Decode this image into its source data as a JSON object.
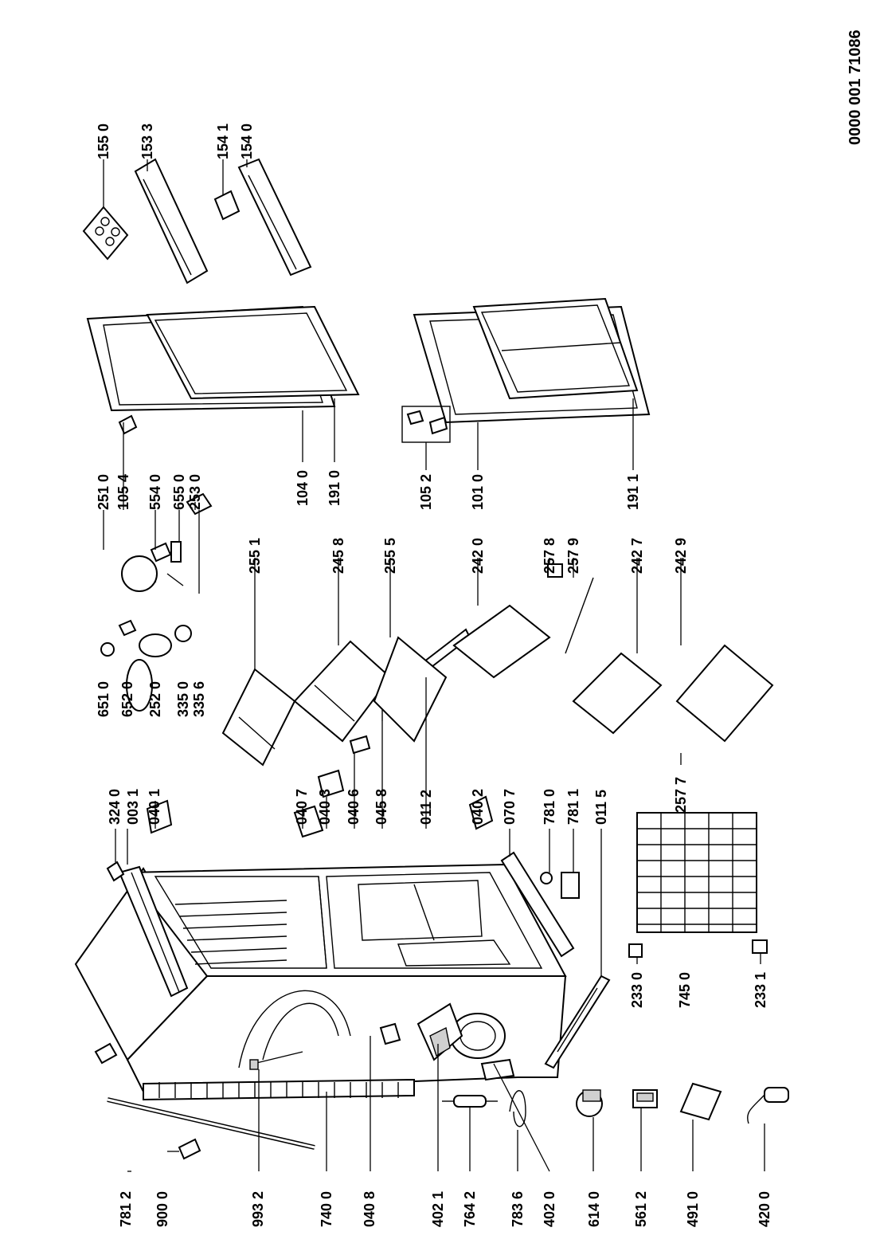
{
  "document_number": "0000 001 71086",
  "labels": [
    {
      "id": "l1",
      "text": "781 2"
    },
    {
      "id": "l2",
      "text": "900 0"
    },
    {
      "id": "l3",
      "text": "993 2"
    },
    {
      "id": "l4",
      "text": "740 0"
    },
    {
      "id": "l5",
      "text": "040 8"
    },
    {
      "id": "l6",
      "text": "402 1"
    },
    {
      "id": "l7",
      "text": "764 2"
    },
    {
      "id": "l8",
      "text": "783 6"
    },
    {
      "id": "l9",
      "text": "402 0"
    },
    {
      "id": "l10",
      "text": "614 0"
    },
    {
      "id": "l11",
      "text": "561 2"
    },
    {
      "id": "l12",
      "text": "491 0"
    },
    {
      "id": "l13",
      "text": "420 0"
    },
    {
      "id": "l14",
      "text": "324 0"
    },
    {
      "id": "l15",
      "text": "003 1"
    },
    {
      "id": "l16",
      "text": "040 1"
    },
    {
      "id": "l17",
      "text": "040 7"
    },
    {
      "id": "l18",
      "text": "040 3"
    },
    {
      "id": "l19",
      "text": "040 6"
    },
    {
      "id": "l20",
      "text": "045 8"
    },
    {
      "id": "l21",
      "text": "011 2"
    },
    {
      "id": "l22",
      "text": "040 2"
    },
    {
      "id": "l23",
      "text": "070 7"
    },
    {
      "id": "l24",
      "text": "781 0"
    },
    {
      "id": "l25",
      "text": "781 1"
    },
    {
      "id": "l26",
      "text": "011 5"
    },
    {
      "id": "l27",
      "text": "233 0"
    },
    {
      "id": "l28",
      "text": "745 0"
    },
    {
      "id": "l29",
      "text": "233 1"
    },
    {
      "id": "l30",
      "text": "651 0"
    },
    {
      "id": "l31",
      "text": "652 0"
    },
    {
      "id": "l32",
      "text": "252 0"
    },
    {
      "id": "l33",
      "text": "335 0"
    },
    {
      "id": "l34",
      "text": "335 6"
    },
    {
      "id": "l35",
      "text": "257 7"
    },
    {
      "id": "l36",
      "text": "255 1"
    },
    {
      "id": "l37",
      "text": "245 8"
    },
    {
      "id": "l38",
      "text": "255 5"
    },
    {
      "id": "l39",
      "text": "242 0"
    },
    {
      "id": "l40",
      "text": "257 8"
    },
    {
      "id": "l41",
      "text": "257 9"
    },
    {
      "id": "l42",
      "text": "242 7"
    },
    {
      "id": "l43",
      "text": "242 9"
    },
    {
      "id": "l44",
      "text": "251 0"
    },
    {
      "id": "l45",
      "text": "105 4"
    },
    {
      "id": "l46",
      "text": "554 0"
    },
    {
      "id": "l47",
      "text": "655 0"
    },
    {
      "id": "l48",
      "text": "253 0"
    },
    {
      "id": "l49",
      "text": "104 0"
    },
    {
      "id": "l50",
      "text": "191 0"
    },
    {
      "id": "l51",
      "text": "105 2"
    },
    {
      "id": "l52",
      "text": "101 0"
    },
    {
      "id": "l53",
      "text": "191 1"
    },
    {
      "id": "l54",
      "text": "155 0"
    },
    {
      "id": "l55",
      "text": "153 3"
    },
    {
      "id": "l56",
      "text": "154 1"
    },
    {
      "id": "l57",
      "text": "154 0"
    }
  ]
}
